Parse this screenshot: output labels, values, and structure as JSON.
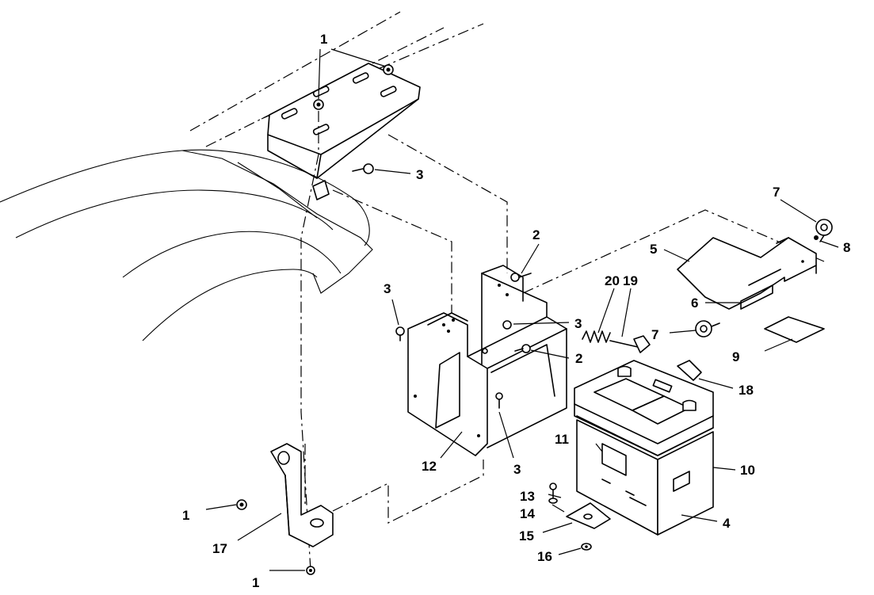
{
  "callouts": [
    {
      "id": "c1a",
      "text": "1"
    },
    {
      "id": "c1b",
      "text": "1"
    },
    {
      "id": "c1c",
      "text": "1"
    },
    {
      "id": "c2a",
      "text": "2"
    },
    {
      "id": "c2b",
      "text": "2"
    },
    {
      "id": "c3a",
      "text": "3"
    },
    {
      "id": "c3b",
      "text": "3"
    },
    {
      "id": "c3c",
      "text": "3"
    },
    {
      "id": "c3d",
      "text": "3"
    },
    {
      "id": "c4",
      "text": "4"
    },
    {
      "id": "c5",
      "text": "5"
    },
    {
      "id": "c6",
      "text": "6"
    },
    {
      "id": "c7a",
      "text": "7"
    },
    {
      "id": "c7b",
      "text": "7"
    },
    {
      "id": "c8",
      "text": "8"
    },
    {
      "id": "c9",
      "text": "9"
    },
    {
      "id": "c10",
      "text": "10"
    },
    {
      "id": "c11",
      "text": "11"
    },
    {
      "id": "c12",
      "text": "12"
    },
    {
      "id": "c13",
      "text": "13"
    },
    {
      "id": "c14",
      "text": "14"
    },
    {
      "id": "c15",
      "text": "15"
    },
    {
      "id": "c16",
      "text": "16"
    },
    {
      "id": "c17",
      "text": "17"
    },
    {
      "id": "c18",
      "text": "18"
    },
    {
      "id": "c19",
      "text": "19"
    },
    {
      "id": "c20",
      "text": "20"
    }
  ]
}
